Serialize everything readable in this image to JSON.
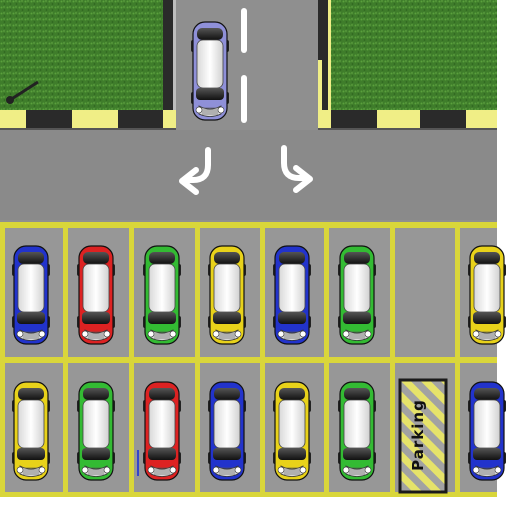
{
  "game": {
    "parking_sign": "Parking",
    "colors": {
      "grass": "#3d7a2a",
      "asphalt": "#8f8f8f",
      "lot": "#979797",
      "line": "#d9d63a",
      "curb_yellow": "#f0ee86",
      "curb_dark": "#2a2a2a"
    },
    "player_car": {
      "color": "#8f90d8",
      "direction": "down"
    },
    "arrows": [
      "turn-left-arrow",
      "turn-right-arrow"
    ],
    "rows": [
      {
        "name": "top-row",
        "spots": [
          {
            "car": "#2233cc"
          },
          {
            "car": "#dd2222"
          },
          {
            "car": "#33bb33"
          },
          {
            "car": "#e8d21a"
          },
          {
            "car": "#2233cc"
          },
          {
            "car": "#33bb33"
          },
          {
            "car": null
          },
          {
            "car": "#e8d21a"
          }
        ]
      },
      {
        "name": "bottom-row",
        "spots": [
          {
            "car": "#e8d21a"
          },
          {
            "car": "#33bb33"
          },
          {
            "car": "#dd2222"
          },
          {
            "car": "#2233cc"
          },
          {
            "car": "#e8d21a"
          },
          {
            "car": "#33bb33"
          },
          {
            "car": "target"
          },
          {
            "car": "#2233cc"
          }
        ]
      }
    ]
  }
}
